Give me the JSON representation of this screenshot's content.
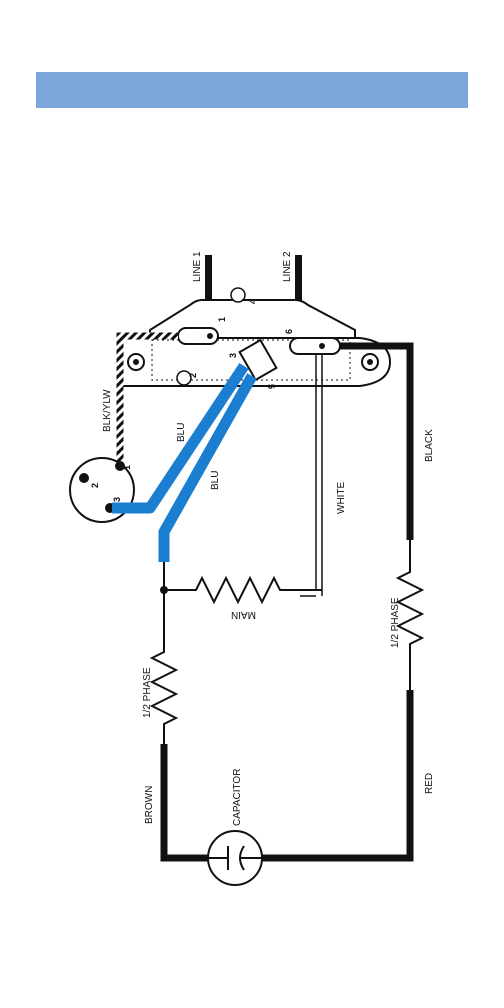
{
  "colors": {
    "header": "#7da7dc",
    "blue_wire": "#1b7ed0",
    "black_wire": "#111111",
    "background": "#ffffff"
  },
  "labels": {
    "line1": "LINE 1",
    "line2": "LINE 2",
    "blk_ylw": "BLK/YLW",
    "blu_upper": "BLU",
    "blu_lower": "BLU",
    "white": "WHITE",
    "black": "BLACK",
    "main": "MAIN",
    "half_phase_left": "1/2 PHASE",
    "half_phase_right": "1/2 PHASE",
    "brown": "BROWN",
    "capacitor": "CAPACITOR",
    "red": "RED"
  },
  "terminals": {
    "t1": "1",
    "t2": "2",
    "t3": "3",
    "t4": "4",
    "t5": "5",
    "t6": "6"
  },
  "connector_pins": {
    "p1": "1",
    "p2": "2",
    "p3": "3"
  }
}
